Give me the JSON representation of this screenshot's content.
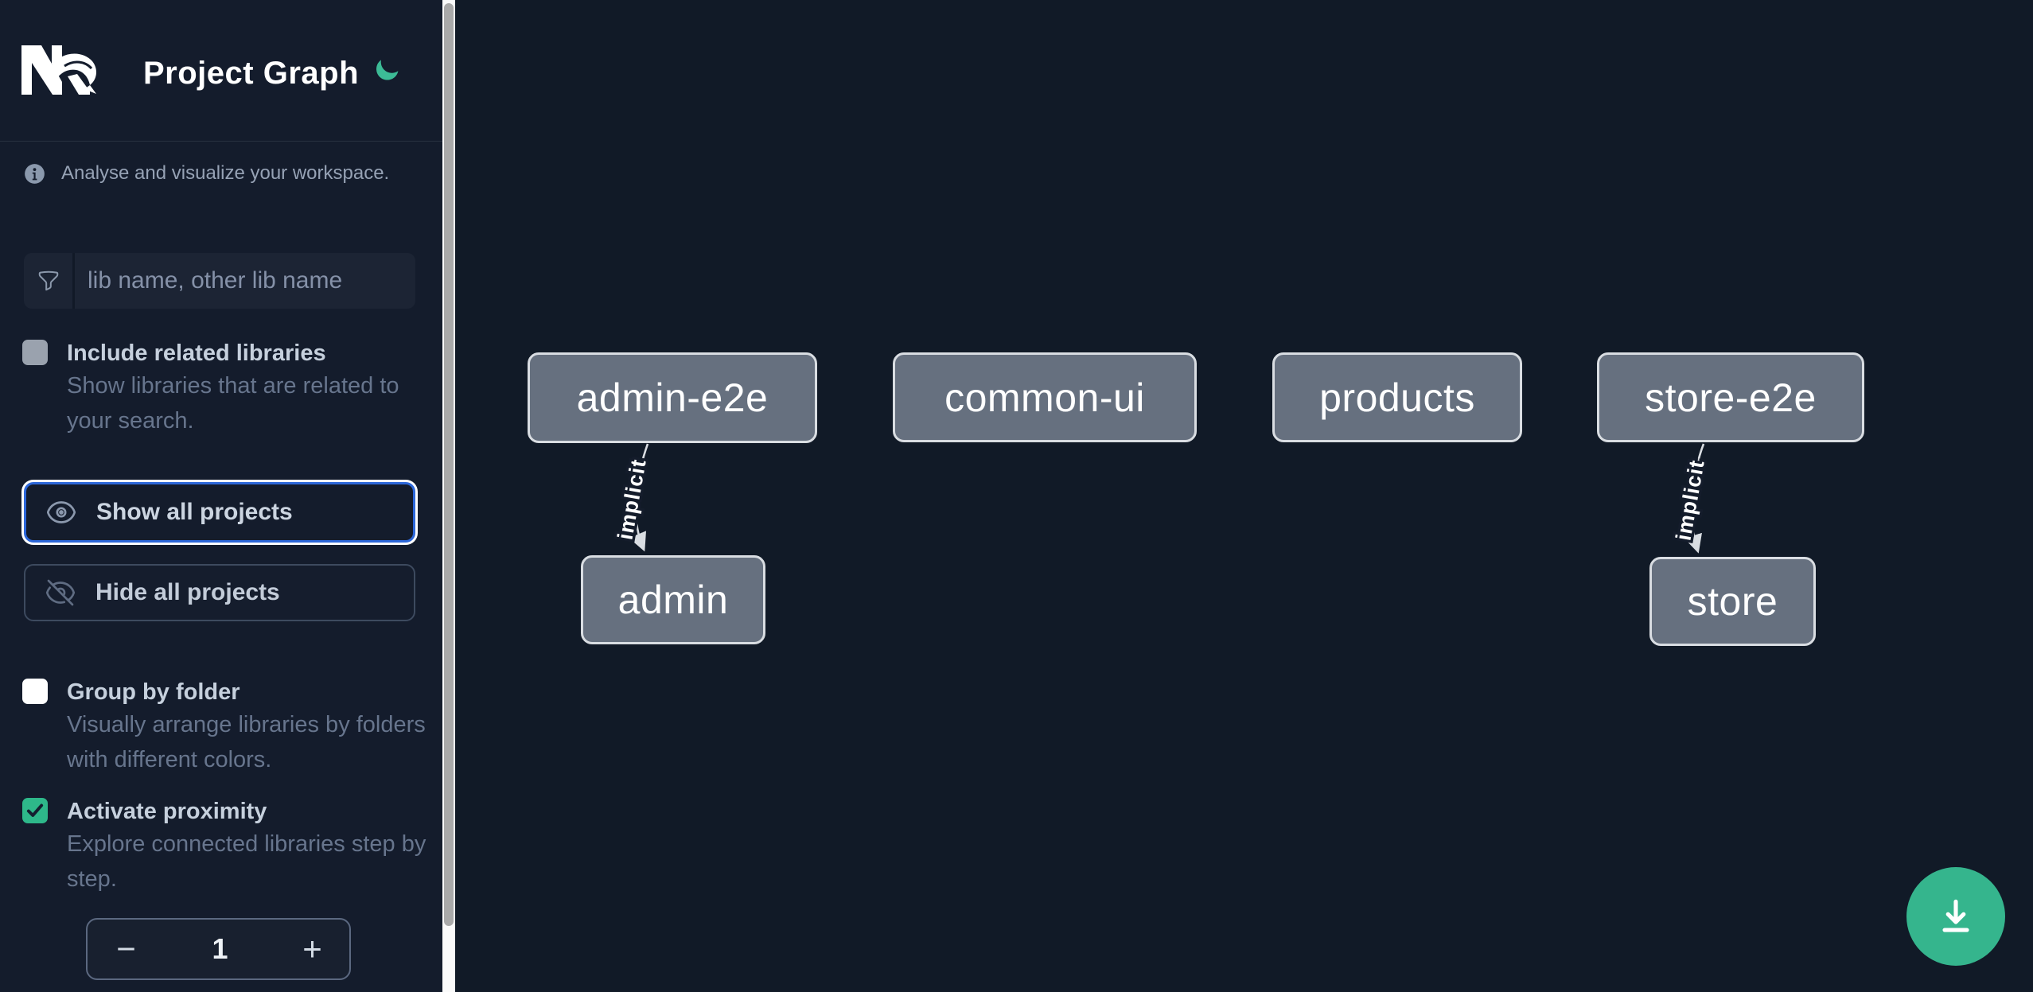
{
  "header": {
    "title": "Project Graph",
    "logo": "nx-logo",
    "theme_toggle_icon": "moon-icon"
  },
  "sidebar": {
    "info_text": "Analyse and visualize your workspace.",
    "search": {
      "placeholder": "lib name, other lib name",
      "value": "",
      "icon": "filter-icon"
    },
    "checkboxes": [
      {
        "label": "Include related libraries",
        "description": "Show libraries that are related to your search.",
        "checked": false
      },
      {
        "label": "Group by folder",
        "description": "Visually arrange libraries by folders with different colors.",
        "checked": false
      },
      {
        "label": "Activate proximity",
        "description": "Explore connected libraries step by step.",
        "checked": true
      }
    ],
    "buttons": {
      "show_all": "Show all projects",
      "hide_all": "Hide all projects",
      "show_all_icon": "eye-icon",
      "hide_all_icon": "eye-off-icon",
      "show_all_focused": true
    },
    "stepper": {
      "decrement": "−",
      "value": "1",
      "increment": "+"
    }
  },
  "graph": {
    "nodes": [
      {
        "label": "admin-e2e"
      },
      {
        "label": "common-ui"
      },
      {
        "label": "products"
      },
      {
        "label": "store-e2e"
      },
      {
        "label": "admin"
      },
      {
        "label": "store"
      }
    ],
    "edges": [
      {
        "from": "admin-e2e",
        "to": "admin",
        "label": "implicit"
      },
      {
        "from": "store-e2e",
        "to": "store",
        "label": "implicit"
      }
    ]
  },
  "fab": {
    "icon": "download-icon"
  },
  "colors": {
    "accent_green": "#35b58d",
    "checkbox_green": "#2eb88a",
    "focus_blue": "#2c67da",
    "node_fill": "#66707f",
    "node_border": "#d9dde2",
    "sidebar_bg": "#141c2c",
    "canvas_bg": "#111a27",
    "edge": "#d9dde2"
  }
}
